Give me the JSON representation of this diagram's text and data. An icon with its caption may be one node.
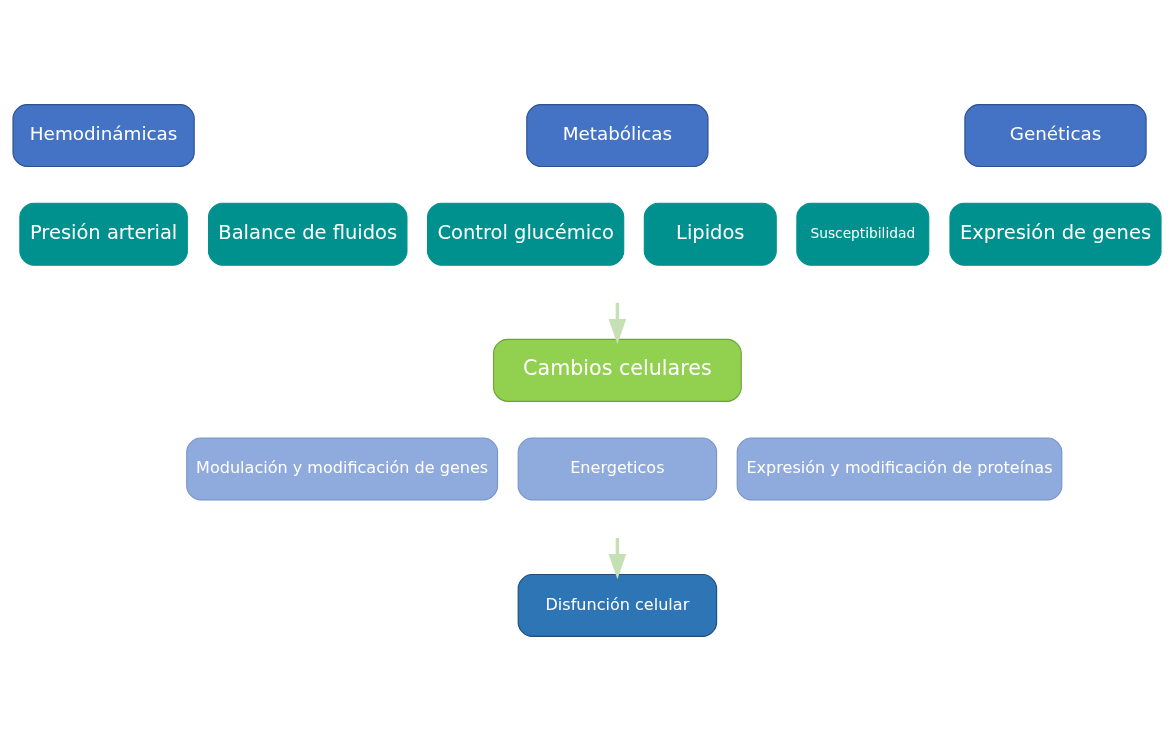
{
  "diagram": {
    "nodes": [
      {
        "text": [
          "Hemodinámicas"
        ]
      },
      {
        "text": [
          "Metabólicas"
        ]
      },
      {
        "text": [
          "Genéticas"
        ]
      },
      {
        "text": [
          "Presión arterial"
        ]
      },
      {
        "text": [
          "Balance de fluidos"
        ]
      },
      {
        "text": [
          "Control glucémico"
        ]
      },
      {
        "text": [
          "Lipidos"
        ]
      },
      {
        "text": [
          "Susceptibilidad"
        ]
      },
      {
        "text": [
          "Expresión de genes"
        ]
      },
      {
        "text": [
          "Cambios celulares"
        ]
      },
      {
        "text": [
          "Modulación y modificación de genes"
        ]
      },
      {
        "text": [
          "Energeticos"
        ]
      },
      {
        "text": [
          "Expresión y modificación de proteínas"
        ]
      },
      {
        "text": [
          "Disfunción celular"
        ]
      }
    ],
    "edges": [
      {
        "from": null,
        "to": 9,
        "arrow": "to"
      },
      {
        "from": null,
        "to": 13,
        "arrow": "to"
      }
    ]
  }
}
